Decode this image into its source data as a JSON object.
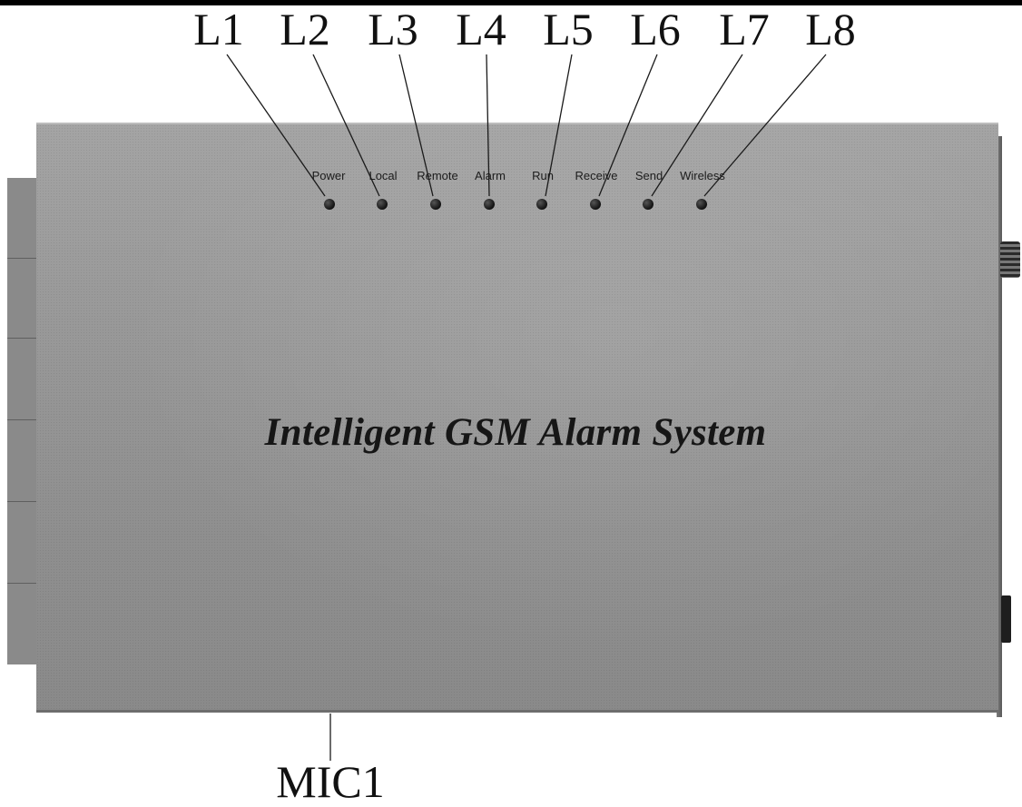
{
  "callouts": {
    "l1": "L1",
    "l2": "L2",
    "l3": "L3",
    "l4": "L4",
    "l5": "L5",
    "l6": "L6",
    "l7": "L7",
    "l8": "L8",
    "mic1": "MIC1"
  },
  "device": {
    "title": "Intelligent GSM Alarm System",
    "indicators": [
      {
        "label": "Power"
      },
      {
        "label": "Local"
      },
      {
        "label": "Remote"
      },
      {
        "label": "Alarm"
      },
      {
        "label": "Run"
      },
      {
        "label": "Receive"
      },
      {
        "label": "Send"
      },
      {
        "label": "Wireless"
      }
    ]
  },
  "colors": {
    "panel": "#9a9a9a",
    "led": "#111111",
    "ink": "#111111"
  }
}
